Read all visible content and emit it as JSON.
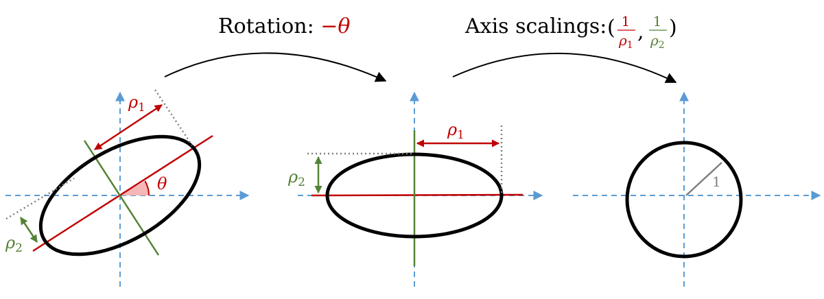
{
  "titles": {
    "rotation": {
      "text": "Rotation: ",
      "value": "−θ"
    },
    "scaling": {
      "text": "Axis scalings: ",
      "open": "(",
      "comma": ",",
      "close": ")",
      "num1": "1",
      "den1": "ρ",
      "sub1": "1",
      "num2": "1",
      "den2": "ρ",
      "sub2": "2"
    }
  },
  "labels": {
    "rho": "ρ",
    "sub_one": "1",
    "sub_two": "2",
    "theta": "θ",
    "unit_radius": "1"
  },
  "colors": {
    "axis": "#5b9bd5",
    "major_axis": "#c00000",
    "minor_axis": "#548235",
    "outline": "#000000",
    "guide": "#7f7f7f",
    "angle_fill": "#f4b6b6"
  }
}
